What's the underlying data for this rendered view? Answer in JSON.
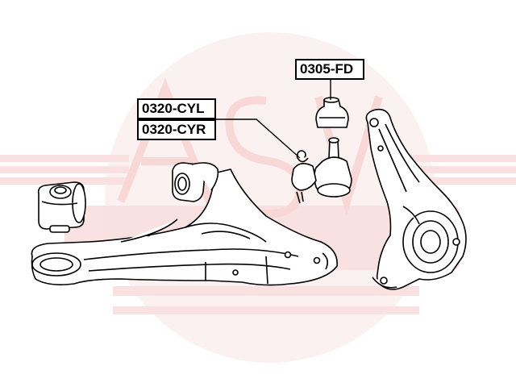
{
  "diagram": {
    "part_labels": [
      {
        "id": "0305-FD",
        "text": "0305-FD",
        "points_to": "ball-joint-boot"
      },
      {
        "id": "0320-CYL",
        "text": "0320-CYL",
        "points_to": "ball-joint"
      },
      {
        "id": "0320-CYR",
        "text": "0320-CYR",
        "points_to": "ball-joint"
      }
    ],
    "watermark": {
      "text": "ASVA",
      "color": "#d9232d"
    },
    "components": [
      "front-bushing",
      "rear-bushing",
      "lower-control-arm",
      "ball-joint",
      "ball-joint-boot",
      "steering-knuckle"
    ],
    "colors": {
      "line": "#000000",
      "fill": "#ffffff",
      "watermark": "#fbe3e3"
    }
  }
}
